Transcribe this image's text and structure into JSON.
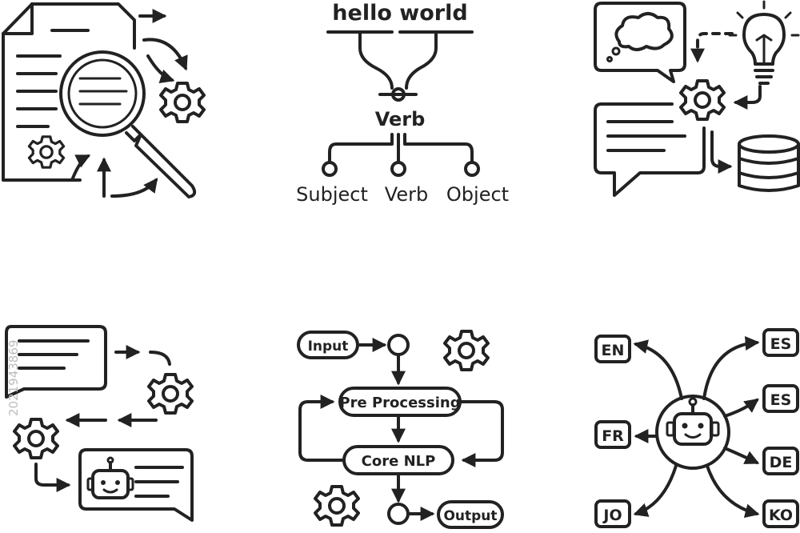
{
  "palette": {
    "ink": "#222222",
    "background": "#ffffff",
    "watermark": "#bdbdbd"
  },
  "icons": {
    "document_analysis": {
      "icons": [
        "document-icon",
        "magnifier-icon",
        "gear-icon",
        "gear-icon",
        "cycle-arrow-icon"
      ]
    },
    "syntax_tree": {
      "phrase": "hello world",
      "root_label": "Verb",
      "leaves": [
        "Subject",
        "Verb",
        "Object"
      ]
    },
    "knowledge_flow": {
      "icons": [
        "thought-bubble-icon",
        "lightbulb-icon",
        "gear-icon",
        "chat-bubble-icon",
        "database-icon"
      ]
    },
    "chatbot_flow": {
      "icons": [
        "chat-bubble-icon",
        "gear-icon",
        "gear-icon",
        "robot-icon",
        "arrow-icon"
      ]
    },
    "nlp_pipeline": {
      "input": "Input",
      "pre_processing": "Pre Processing",
      "core": "Core NLP",
      "output": "Output"
    },
    "translation": {
      "languages": [
        "EN",
        "ES",
        "ES",
        "FR",
        "DE",
        "JO",
        "KO"
      ]
    }
  },
  "watermark": {
    "id_text": "2021943869"
  }
}
